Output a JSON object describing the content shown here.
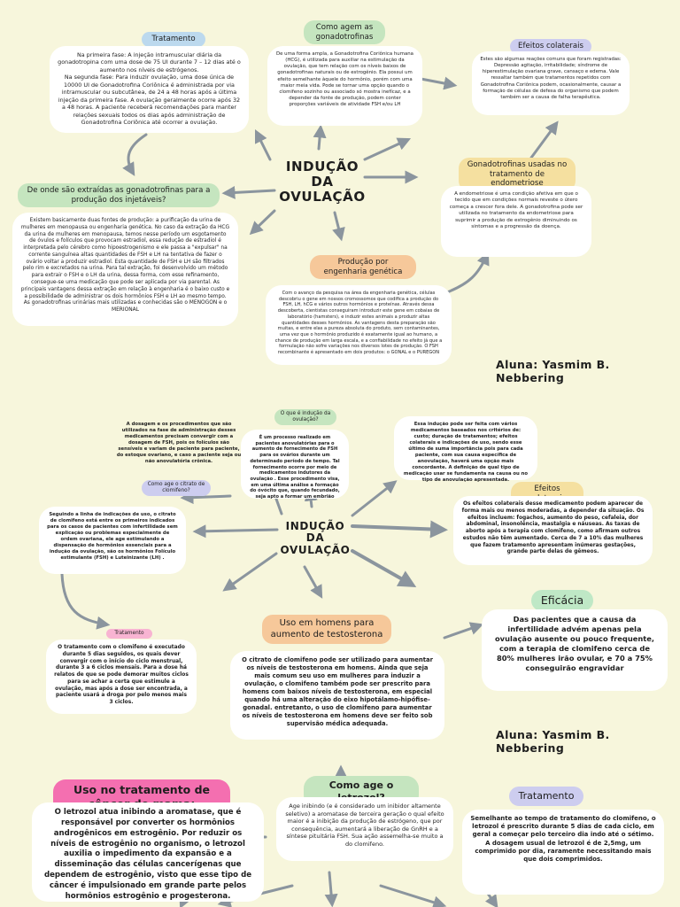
{
  "colors": {
    "background": "#f7f6dc",
    "arrow": "#8b959e",
    "blue": "#bcd9ee",
    "green": "#c5e5bf",
    "orange": "#f6c89a",
    "yellow": "#f5e0a0",
    "violet": "#cdcdef",
    "pink": "#f8b4d2",
    "hot_pink": "#f46fb0"
  },
  "section1": {
    "title": "INDUÇÃO\nDA\nOVULAÇÃO",
    "tratamento_label": "Tratamento",
    "tratamento_text": "Na primeira fase: A injeção intramuscular diária da gonadotropina com uma dose de 75 UI durante 7 – 12 dias até o aumento nos níveis de estrógenos.\nNa segunda fase: Para induzir ovulação, uma dose única de 10000 UI de Gonadotrofina Coriônica é administrada por via intramuscular ou subcutânea, de 24 a 48 horas após a última injeção da primeira fase. A ovulação geralmente ocorre após 32 a 48 horas. A paciente receberá recomendações para manter relações sexuais todos os dias após administração de Gonadotrofina Coriônica até ocorrer a ovulação.",
    "como_agem_label": "Como agem as gonadotrofinas",
    "como_agem_text": "De uma forma ampla, a Gonadotrofina Coriônica humana (HCG), é utilizada para auxiliar na estimulação da ovulação, que tem relação com os níveis baixos de gonadotrofinas naturais ou de estrogênio. Ela possui um efeito semelhante àquele do hormônio, porém com uma maior meia vida. Pode se tornar uma opção quando o clomifeno sozinho ou associado só mostra inefícaz, e a depender da fonte de produção, podem conter proporções variáveis de atividade FSH e/ou LH",
    "efeitos_label": "Efeitos colaterais",
    "efeitos_text": "Estes são algumas reações comuns que foram registradas: Depressão agitação, irritabilidade; síndrome de hiperestimulação ovariana grave, cansaço e edema. Vale ressaltar também que tratamentos repetidos com Gonadotrofina Coriônica podem, ocasionalmente, causar a formação de células de defesa do organismo que podem também ser a causa de falha terapêutica.",
    "origem_label": "De onde são extraídas as gonadotrofinas para a produção dos injetáveis?",
    "origem_text": "Existem basicamente duas fontes de produção: a purificação da urina de mulheres em menopausa ou engenharia genética. No caso da extração da HCG da urina de mulheres em menopausa, temos nesse período um esgotamento de óvulos e folículos que provocam estradiol, essa redução de estradiol é interpretada pelo cérebro como hipoestrogenismo e ele passa a \"expulsar\" na corrente sanguínea altas quantidades de FSH e LH na tentativa de fazer o ovário voltar a produzir estradiol. Esta quantidade de FSH e LH são filtrados pelo rim e excretados na urina. Para tal extração, foi desenvolvido um método para extrair o FSH e o LH da urina, dessa forma, com esse refinamento, consegue-se uma medicação que pode ser aplicada por via parental. As principais vantagens dessa extração em relação à engenharia é o baixo custo e a possibilidade de administrar os dois hormônios FSH e LH ao mesmo tempo. As gonadotrofinas urinárias mais utilizadas e conhecidas são o MENOGON e o MERIONAL",
    "endometriose_label": "Gonadotrofinas usadas no tratamento de endometriose",
    "endometriose_text": "A endometriose é uma condição afetiva em que o tecido que em condições normais reveste o útero começa a crescer fora dele. A gonadotrofina pode ser utilizada no tratamento da endometriose para suprimir a produção de estrogênio diminuindo os sintomas e a progressão da doença.",
    "engenharia_label": "Produção por engenharia genética",
    "engenharia_text": "Com o avanço da pesquisa na área da engenharia genética, células descobriu o gene em nossos cromossomos que codifica a produção do FSH, LH, hCG e vários outros hormônios e proteínas. Através dessa descoberta, cientistas conseguiram introduzir este gene em cobaias de laboratório (hamsters), e induzir estes animais a produzir altas quantidades desses hormônios. As vantagens desta preparação são muitas, e entre elas a pureza absoluta do produto, sem contaminantes, uma vez que o hormônio produzido é exatamente igual ao humano, a chance de produção em larga escala, e a confiabilidade no efeito já que a formulação não sofre variações nos diversos lotes de produção. O FSH recombinante é apresentado em dois produtos: o GONAL e o PUREGON",
    "author": "Aluna: Yasmim B. Nebbering"
  },
  "section2": {
    "title": "INDUÇÃO\nDA\nOVULAÇÃO",
    "dosagem_text": "A dosagem e os procedimentos que são utilizados na fase de administração desses medicamentos precisam convergir com a dosagem de FSH, pois os folículos são sensíveis e variam de paciente para paciente, do estoque ovariano, e caso a paciente seja ou não anovulatória crônica.",
    "oque_label": "O que é indução da ovulação?",
    "oque_text": "É um processo realizado em pacientes anovulatórias para o aumento de fornecimento de FSH para os ovários durante um determinado período de tempo. Tal fornecimento ocorre por meio de medicamentos indutores da ovulação . Esse procedimento visa, em uma última análise a formação do óvócito que, quando fecundado, seja apto a formar um embrião",
    "duracao_text": "Essa indução pode ser feita com vários medicamentos baseados nos critérios de: custo; duração de tratamentos; efeitos colaterais e indicações de uso, sendo esse último de suma importância pois para cada paciente, com sua causa específica de anovulação, haverá uma opção mais concordante. A definição de qual tipo de medicação usar se fundamenta na causa ou no tipo de anovulação apresentada.",
    "citrato_label": "Como age o citrato de clomifeno?",
    "citrato_text": "Seguindo a linha de indicações de uso, o citrato de clomifeno está entre os primeiros indicados para os casos de pacientes com infertilidade sem explicação ou problemas especialmente de ordem ovariana, ele age estimulando a dispensação de hormônios essenciais para a indução da ovulação, são os hormônios Folículo estimulante (FSH) e Luteinizante (LH) .",
    "efeitos_label": "Efeitos colaterais",
    "efeitos_text": "Os efeitos colaterais desse medicamento podem aparecer de forma mais ou menos moderadas, a depender da situação. Os efeitos incluem: fogachos, aumento do peso, cefaleia, dor abdominal, insonolência, mastalgia e náuseas. As taxas de aborto após a terapia com clomifeno, como afirmam outros estudos não têm aumentado. Cerca de 7 a 10% das mulheres que fazem tratamento apresentam inúmeras gestações, grande parte delas de gêmeos.",
    "tratamento_label": "Tratamento",
    "tratamento_text": "O tratamento com o clomifeno é executado durante 5 dias seguidos, os quais dever convergir com o início do ciclo menstrual, durante 3 a 6 ciclos mensais. Para a dose há relatos de que se pode demorar muitos ciclos para se achar a certa que estimule a ovulação, mas após a dose ser encontrada, a paciente usará a droga por pelo menos mais 3 ciclos.",
    "homens_label": "Uso em homens para aumento de testosterona",
    "homens_text": "O citrato de clomifeno pode ser utilizado para aumentar os níveis de testosterona em homens. Ainda que seja mais comum seu uso em mulheres para induzir a ovulação, o clomifeno também pode ser prescrito para homens com baixos níveis de testosterona, em especial quando há uma alteração do eixo hipotálamo-hipófise-gonadal. entretanto, o uso de clomifeno para aumentar os níveis de testosterona em homens deve ser feito sob supervisão médica adequada.",
    "eficacia_label": "Eficácia",
    "eficacia_text": "Das pacientes que a causa da infertilidade advém apenas pela ovulação ausente ou pouco frequente, com a terapia de clomifeno cerca de 80% mulheres irão ovular, e 70 a 75% conseguirão engravidar",
    "author": "Aluna: Yasmim B. Nebbering"
  },
  "section3": {
    "cancer_label": "Uso no tratamento de câncer de mama:",
    "cancer_text": "O letrozol atua inibindo a aromatase, que é responsável por converter os hormônios androgênicos em estrogênio. Por reduzir os níveis de estrogênio no organismo, o letrozol auxilia o impedimento da expansão e a disseminação das células cancerígenas que dependem de estrogênio, visto que esse tipo de câncer é impulsionado em grande parte pelos hormônios estrogênio e progesterona.",
    "letrozol_label": "Como age o letrozol?",
    "letrozol_text": "Age inibindo (e é considerado um inibidor altamente seletivo) a aromatase de terceira geração o qual efeito maior é a inibição da produção de estrógeno, que por consequência, aumentará a liberação de GnRH e a síntese pituitária FSH. Sua ação assemelha-se muito a do clomifeno.",
    "tratamento_label": "Tratamento",
    "tratamento_text": "Semelhante ao tempo de tratamento do clomifeno, o letrozol é prescrito durante 5 dias de cada ciclo, em geral a começar pelo terceiro dia indo até o sétimo. A dosagem usual de letrozol é de 2,5mg, um comprimido por dia, raramente necessitando mais que dois comprimidos."
  }
}
